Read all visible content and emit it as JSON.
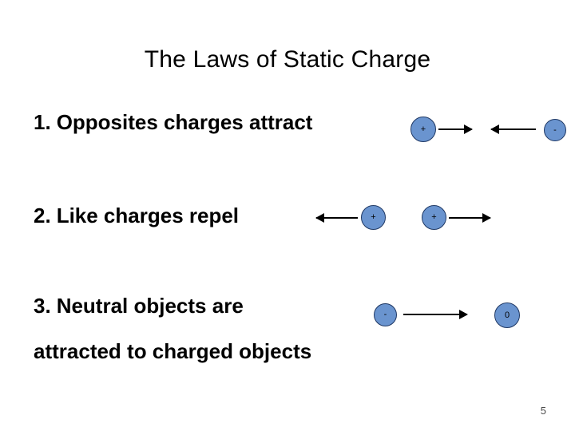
{
  "slide": {
    "title": "The Laws of Static Charge",
    "page_number": "5",
    "bullets": [
      {
        "number": "1.",
        "text": "Opposites charges attract"
      },
      {
        "number": "2.",
        "text": "Like charges repel"
      },
      {
        "number": "3.",
        "text": "Neutral objects are"
      },
      {
        "number": "",
        "text": "attracted to charged objects"
      }
    ],
    "diagram": {
      "charges": [
        {
          "name": "charge-positive-row1-left",
          "label": "+"
        },
        {
          "name": "charge-negative-row1-right",
          "label": "-"
        },
        {
          "name": "charge-positive-row2-left",
          "label": "+"
        },
        {
          "name": "charge-positive-row2-right",
          "label": "+"
        },
        {
          "name": "charge-negative-row3-left",
          "label": "-"
        },
        {
          "name": "charge-neutral-row3-right",
          "label": "0"
        }
      ],
      "colors": {
        "charge_fill": "#6a94cf",
        "charge_stroke": "#1f3864",
        "arrow": "#000000"
      }
    }
  }
}
